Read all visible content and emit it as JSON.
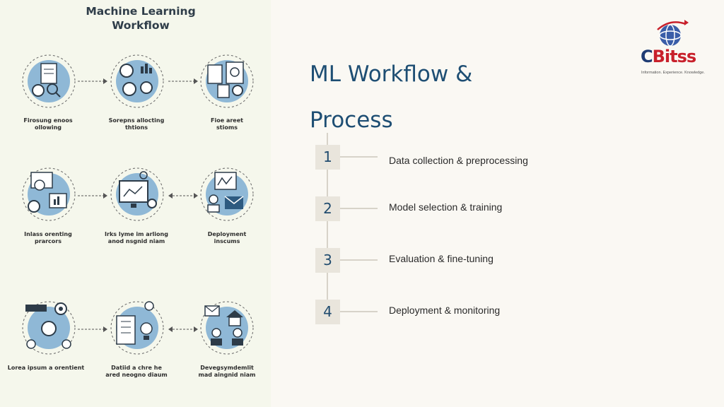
{
  "infographic": {
    "title_line1": "Machine Learning",
    "title_line2": "Workflow",
    "captions": [
      [
        "Firosung enoos",
        "ollowing"
      ],
      [
        "Sorepns allocting",
        "thtions"
      ],
      [
        "Fioe areet",
        "stioms"
      ],
      [
        "Inlass orenting",
        "prarcors"
      ],
      [
        "Irks lyme im arliong",
        "anod nsgnid niam"
      ],
      [
        "Deployment",
        "inscums"
      ],
      [
        "Lorea ipsum a orentient",
        ""
      ],
      [
        "Datiid a chre he",
        "ared neogno diaum"
      ],
      [
        "Devegsymdemlit",
        "mad aingnid niam"
      ]
    ]
  },
  "main": {
    "title_line1": "ML Workflow &",
    "title_line2": "Process",
    "steps": [
      {
        "number": "1",
        "label": "Data collection & preprocessing"
      },
      {
        "number": "2",
        "label": "Model selection & training"
      },
      {
        "number": "3",
        "label": "Evaluation & fine-tuning"
      },
      {
        "number": "4",
        "label": "Deployment & monitoring"
      }
    ]
  },
  "logo": {
    "brand_c": "C",
    "brand_rest": "Bitss",
    "tagline": "Information. Experience. Knowledge."
  },
  "colors": {
    "accent_blue": "#1e4e73",
    "icon_blue": "#8fb8d6",
    "brand_red": "#c8202b",
    "brand_navy": "#1f3b73"
  }
}
